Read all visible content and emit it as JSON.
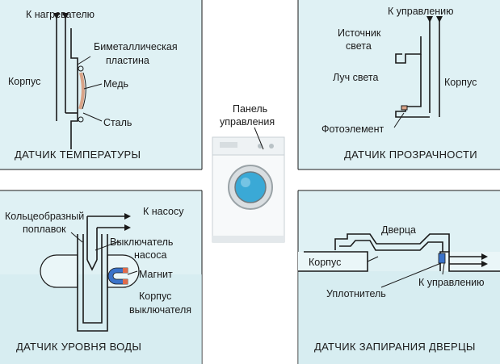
{
  "colors": {
    "panel_fill": "#dff1f4",
    "panel_fill_deep": "#cfe9ee",
    "stroke": "#1a1a1a",
    "copper": "#d9a488",
    "drum_blue": "#3aa9d6",
    "magnet_blue": "#3b73c9",
    "magnet_red": "#e06a4a"
  },
  "temperature": {
    "to_heater": "К нагревателю",
    "body": "Корпус",
    "bimetal_line1": "Биметаллическая",
    "bimetal_line2": "пластина",
    "copper": "Медь",
    "steel": "Сталь",
    "caption": "ДАТЧИК ТЕМПЕРАТУРЫ"
  },
  "transparency": {
    "to_control": "К управлению",
    "source_line1": "Источник",
    "source_line2": "света",
    "beam": "Луч света",
    "body": "Корпус",
    "photo": "Фотоэлемент",
    "caption": "ДАТЧИК ПРОЗРАЧНОСТИ"
  },
  "center": {
    "panel_line1": "Панель",
    "panel_line2": "управления"
  },
  "water": {
    "float_line1": "Кольцеобразный",
    "float_line2": "поплавок",
    "to_pump": "К насосу",
    "switch_line1": "Выключатель",
    "switch_line2": "насоса",
    "magnet": "Магнит",
    "housing_line1": "Корпус",
    "housing_line2": "выключателя",
    "caption": "ДАТЧИК УРОВНЯ ВОДЫ"
  },
  "door": {
    "door": "Дверца",
    "body": "Корпус",
    "seal": "Уплотнитель",
    "to_control": "К управлению",
    "caption": "ДАТЧИК ЗАПИРАНИЯ ДВЕРЦЫ"
  }
}
